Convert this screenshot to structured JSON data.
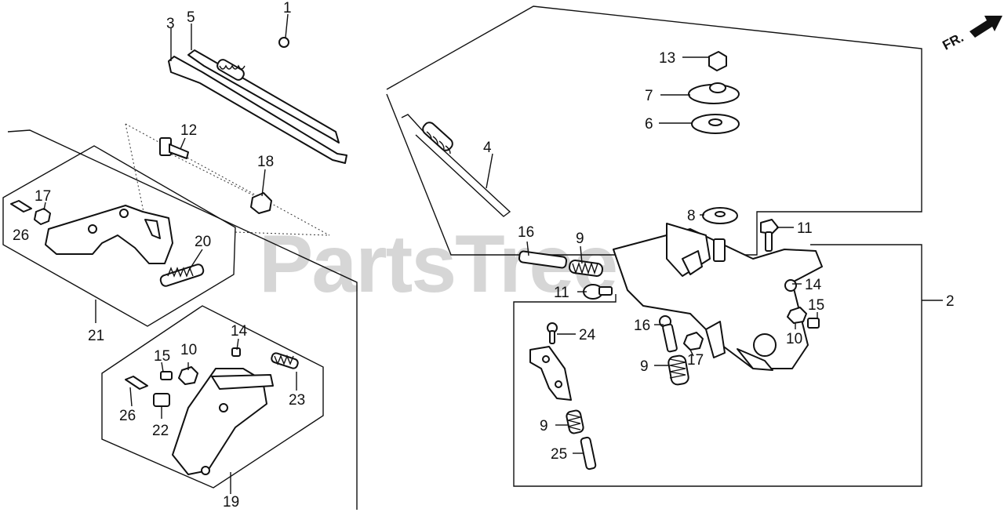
{
  "watermark": "PartsTree",
  "direction_label": "FR.",
  "callouts": [
    {
      "id": "c1",
      "text": "1"
    },
    {
      "id": "c3",
      "text": "3"
    },
    {
      "id": "c5",
      "text": "5"
    },
    {
      "id": "c12",
      "text": "12"
    },
    {
      "id": "c18",
      "text": "18"
    },
    {
      "id": "c17a",
      "text": "17"
    },
    {
      "id": "c26a",
      "text": "26"
    },
    {
      "id": "c20",
      "text": "20"
    },
    {
      "id": "c21",
      "text": "21"
    },
    {
      "id": "c14a",
      "text": "14"
    },
    {
      "id": "c15a",
      "text": "15"
    },
    {
      "id": "c10a",
      "text": "10"
    },
    {
      "id": "c23",
      "text": "23"
    },
    {
      "id": "c26b",
      "text": "26"
    },
    {
      "id": "c22",
      "text": "22"
    },
    {
      "id": "c19",
      "text": "19"
    },
    {
      "id": "c4",
      "text": "4"
    },
    {
      "id": "c13",
      "text": "13"
    },
    {
      "id": "c7",
      "text": "7"
    },
    {
      "id": "c6",
      "text": "6"
    },
    {
      "id": "c8",
      "text": "8"
    },
    {
      "id": "c11a",
      "text": "11"
    },
    {
      "id": "c16a",
      "text": "16"
    },
    {
      "id": "c9a",
      "text": "9"
    },
    {
      "id": "c11b",
      "text": "11"
    },
    {
      "id": "c2",
      "text": "2"
    },
    {
      "id": "c14b",
      "text": "14"
    },
    {
      "id": "c15b",
      "text": "15"
    },
    {
      "id": "c10b",
      "text": "10"
    },
    {
      "id": "c24",
      "text": "24"
    },
    {
      "id": "c16b",
      "text": "16"
    },
    {
      "id": "c17b",
      "text": "17"
    },
    {
      "id": "c9b",
      "text": "9"
    },
    {
      "id": "c9c",
      "text": "9"
    },
    {
      "id": "c25",
      "text": "25"
    }
  ]
}
